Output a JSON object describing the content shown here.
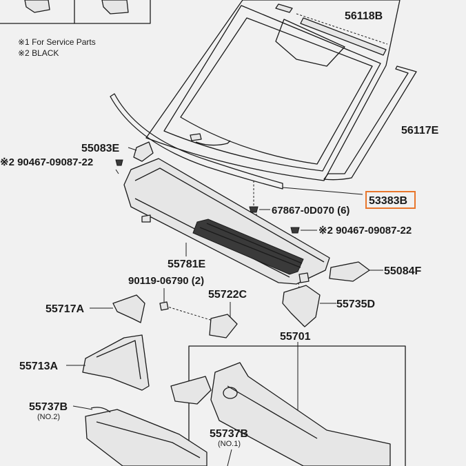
{
  "notes": {
    "service": "※1 For Service Parts",
    "black": "※2 BLACK"
  },
  "parts": {
    "p56118B": "56118B",
    "p56117E": "56117E",
    "p55083E": "55083E",
    "p90467_left": "※2 90467-09087-22",
    "p53383B": "53383B",
    "p67867": "67867-0D070 (6)",
    "p90467_right": "※2 90467-09087-22",
    "p55781E": "55781E",
    "p55084F": "55084F",
    "p90119": "90119-06790 (2)",
    "p55722C": "55722C",
    "p55717A": "55717A",
    "p55735D": "55735D",
    "p55701": "55701",
    "p55713A": "55713A",
    "p55737B_no2": "55737B",
    "p55737B_no2_sub": "(NO.2)",
    "p55737B_no1": "55737B",
    "p55737B_no1_sub": "(NO.1)"
  },
  "highlight": {
    "part": "53383B",
    "color": "#e8762c"
  }
}
